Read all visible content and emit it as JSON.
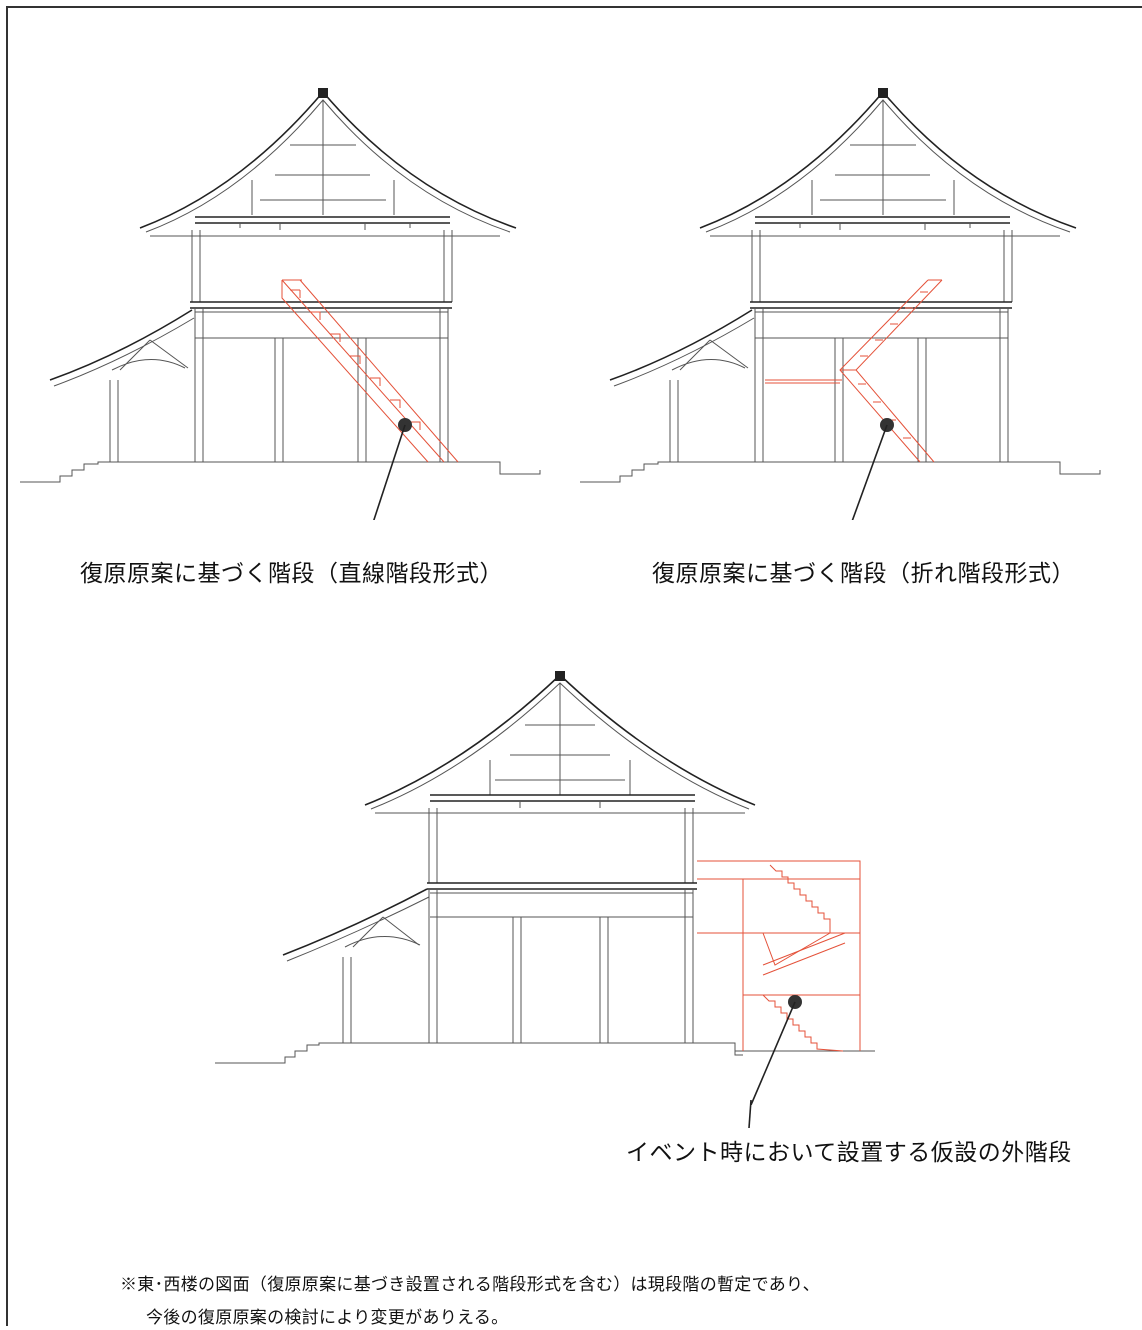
{
  "labels": {
    "straight_stair": "復原原案に基づく階段（直線階段形式）",
    "folded_stair": "復原原案に基づく階段（折れ階段形式）",
    "temporary_stair": "イベント時において設置する仮設の外階段"
  },
  "note": {
    "line1": "※東･西楼の図面（復原原案に基づき設置される階段形式を含む）は現段階の暫定であり、",
    "line2": "今後の復原原案の検討により変更がありえる。"
  },
  "colors": {
    "line": "#555555",
    "stair_red": "#e4523a",
    "marker": "#333333"
  }
}
